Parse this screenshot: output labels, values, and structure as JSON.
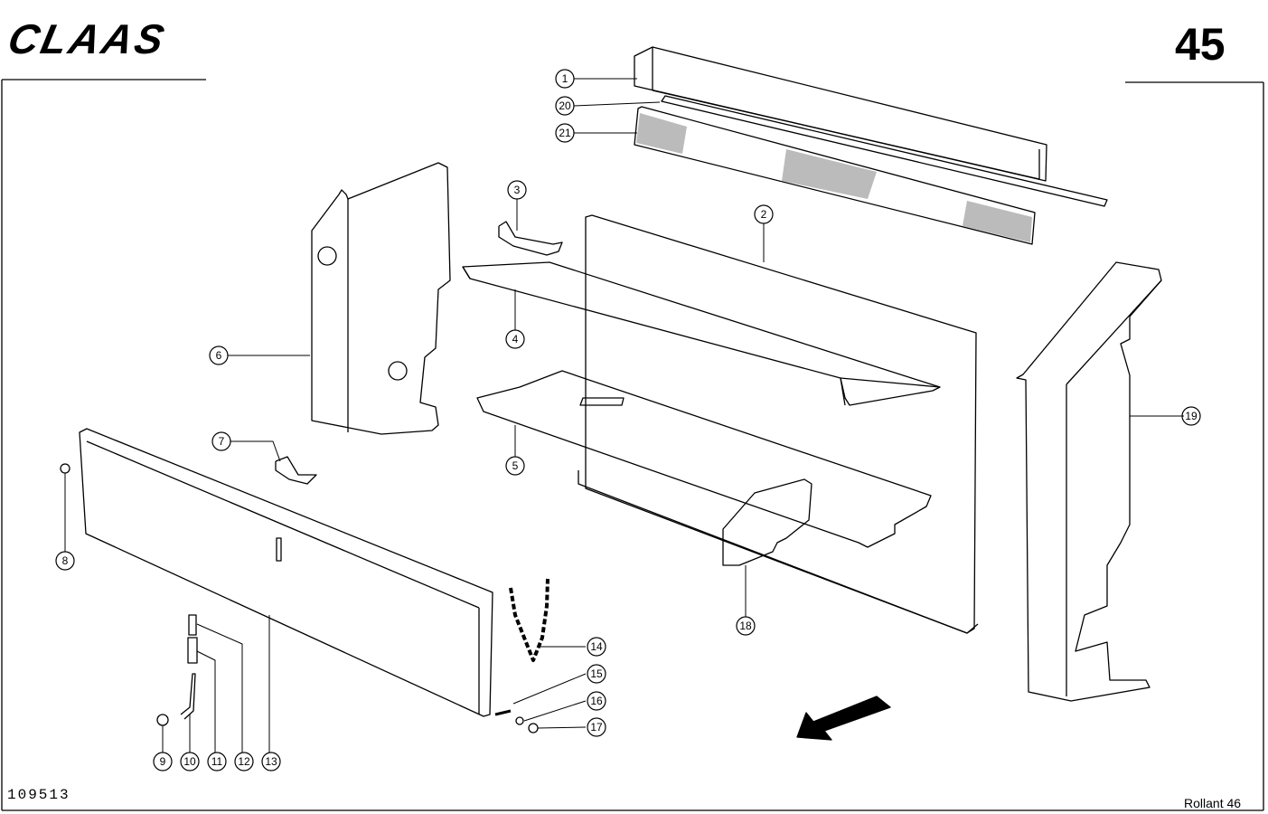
{
  "header": {
    "brand": "CLAAS",
    "page_number": "45"
  },
  "footer": {
    "document_number": "109513",
    "model": "Rollant 46"
  },
  "callouts": [
    "1",
    "2",
    "3",
    "4",
    "5",
    "6",
    "7",
    "8",
    "9",
    "10",
    "11",
    "12",
    "13",
    "14",
    "15",
    "16",
    "17",
    "18",
    "19",
    "20",
    "21"
  ],
  "colors": {
    "ink": "#000000",
    "paper": "#ffffff"
  }
}
